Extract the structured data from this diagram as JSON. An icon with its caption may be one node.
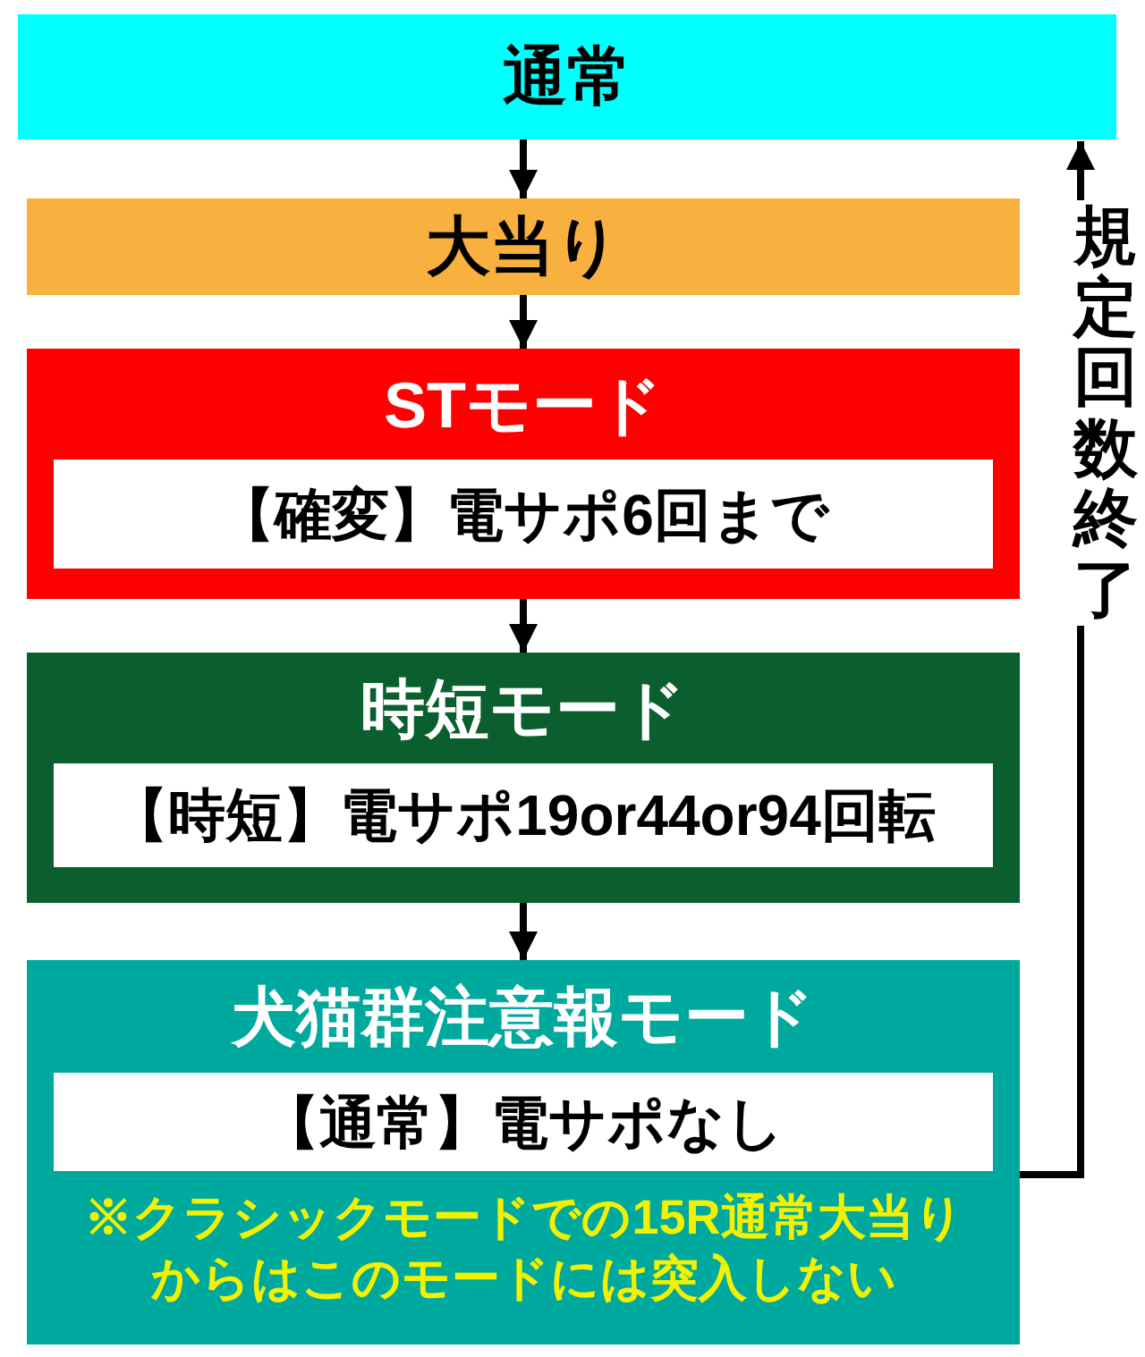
{
  "diagram": {
    "nodes": [
      {
        "text": [
          "通常"
        ]
      },
      {
        "text": [
          "大当り"
        ]
      },
      {
        "text": [
          "STモード"
        ]
      },
      {
        "text": [
          "【確変】電サポ6回まで"
        ],
        "in": 2
      },
      {
        "text": [
          "時短モード"
        ]
      },
      {
        "text": [
          "【時短】電サポ19or44or94回転"
        ],
        "in": 4
      },
      {
        "text": [
          "犬猫群注意報モード",
          "※クラシックモードでの15R通常大当りからはこのモードには突入しない"
        ]
      },
      {
        "text": [
          "【通常】電サポなし"
        ],
        "in": 6
      }
    ],
    "edges": [
      {
        "from": 0,
        "to": 1,
        "arrow": "to"
      },
      {
        "from": 1,
        "to": 2,
        "arrow": "to"
      },
      {
        "from": 2,
        "to": 4,
        "arrow": "to"
      },
      {
        "from": 4,
        "to": 6,
        "arrow": "to"
      },
      {
        "from": 6,
        "to": 0,
        "arrow": "to",
        "label": "規定回数終了"
      }
    ]
  }
}
